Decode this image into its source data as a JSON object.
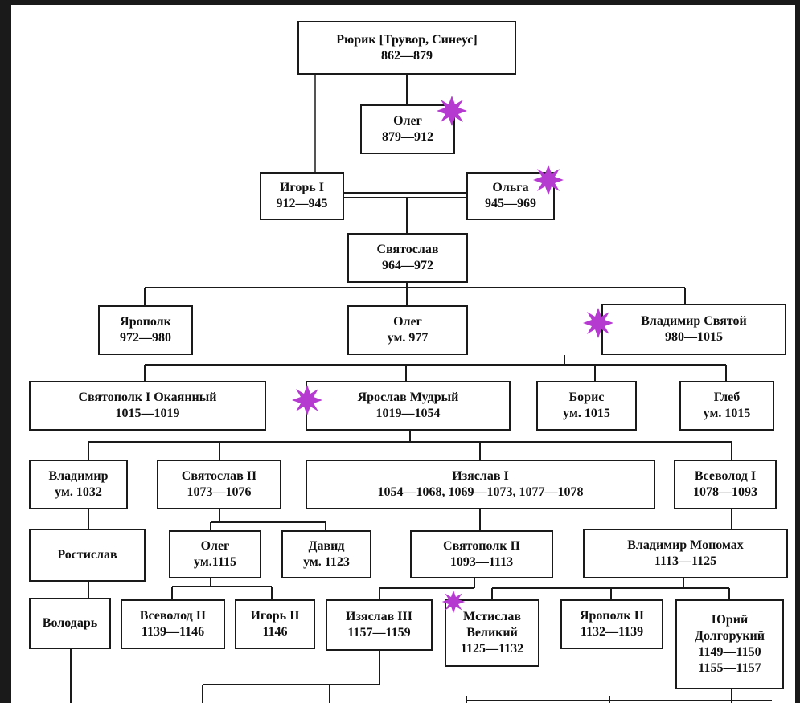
{
  "colors": {
    "line": "#1a1a1a",
    "marker": "#b53bd0",
    "background": "#ffffff"
  },
  "marker_icon": "starburst-icon",
  "nodes": {
    "rurik": {
      "name": "Рюрик [Трувор, Синеус]",
      "years": "862—879"
    },
    "oleg1": {
      "name": "Олег",
      "years": "879—912"
    },
    "igor1": {
      "name": "Игорь I",
      "years": "912—945"
    },
    "olga": {
      "name": "Ольга",
      "years": "945—969"
    },
    "svyatoslav": {
      "name": "Святослав",
      "years": "964—972"
    },
    "yaropolk": {
      "name": "Ярополк",
      "years": "972—980"
    },
    "oleg2": {
      "name": "Олег",
      "years": "ум. 977"
    },
    "vladimir_st": {
      "name": "Владимир Святой",
      "years": "980—1015"
    },
    "svyatopolk1": {
      "name": "Святополк I Окаянный",
      "years": "1015—1019"
    },
    "yaroslav": {
      "name": "Ярослав Мудрый",
      "years": "1019—1054"
    },
    "boris": {
      "name": "Борис",
      "years": "ум. 1015"
    },
    "gleb": {
      "name": "Глеб",
      "years": "ум. 1015"
    },
    "vladimir_y": {
      "name": "Владимир",
      "years": "ум. 1032"
    },
    "svyatoslav2": {
      "name": "Святослав II",
      "years": "1073—1076"
    },
    "izyaslav1": {
      "name": "Изяслав I",
      "years": "1054—1068, 1069—1073, 1077—1078"
    },
    "vsevolod1": {
      "name": "Всеволод I",
      "years": "1078—1093"
    },
    "rostislav": {
      "name": "Ростислав"
    },
    "oleg3": {
      "name": "Олег",
      "years": "ум.1115"
    },
    "david": {
      "name": "Давид",
      "years": "ум. 1123"
    },
    "svyatopolk2": {
      "name": "Святополк II",
      "years": "1093—1113"
    },
    "monomakh": {
      "name": "Владимир Мономах",
      "years": "1113—1125"
    },
    "volodar": {
      "name": "Володарь"
    },
    "vsevolod2": {
      "name": "Всеволод II",
      "years": "1139—1146"
    },
    "igor2": {
      "name": "Игорь II",
      "years": "1146"
    },
    "izyaslav3": {
      "name": "Изяслав III",
      "years": "1157—1159"
    },
    "mstislav": {
      "name": "Мстислав",
      "name2": "Великий",
      "years": "1125—1132"
    },
    "yaropolk2": {
      "name": "Ярополк II",
      "years": "1132—1139"
    },
    "yuri": {
      "name": "Юрий",
      "name2": "Долгорукий",
      "years": "1149—1150",
      "years2": "1155—1157"
    }
  }
}
